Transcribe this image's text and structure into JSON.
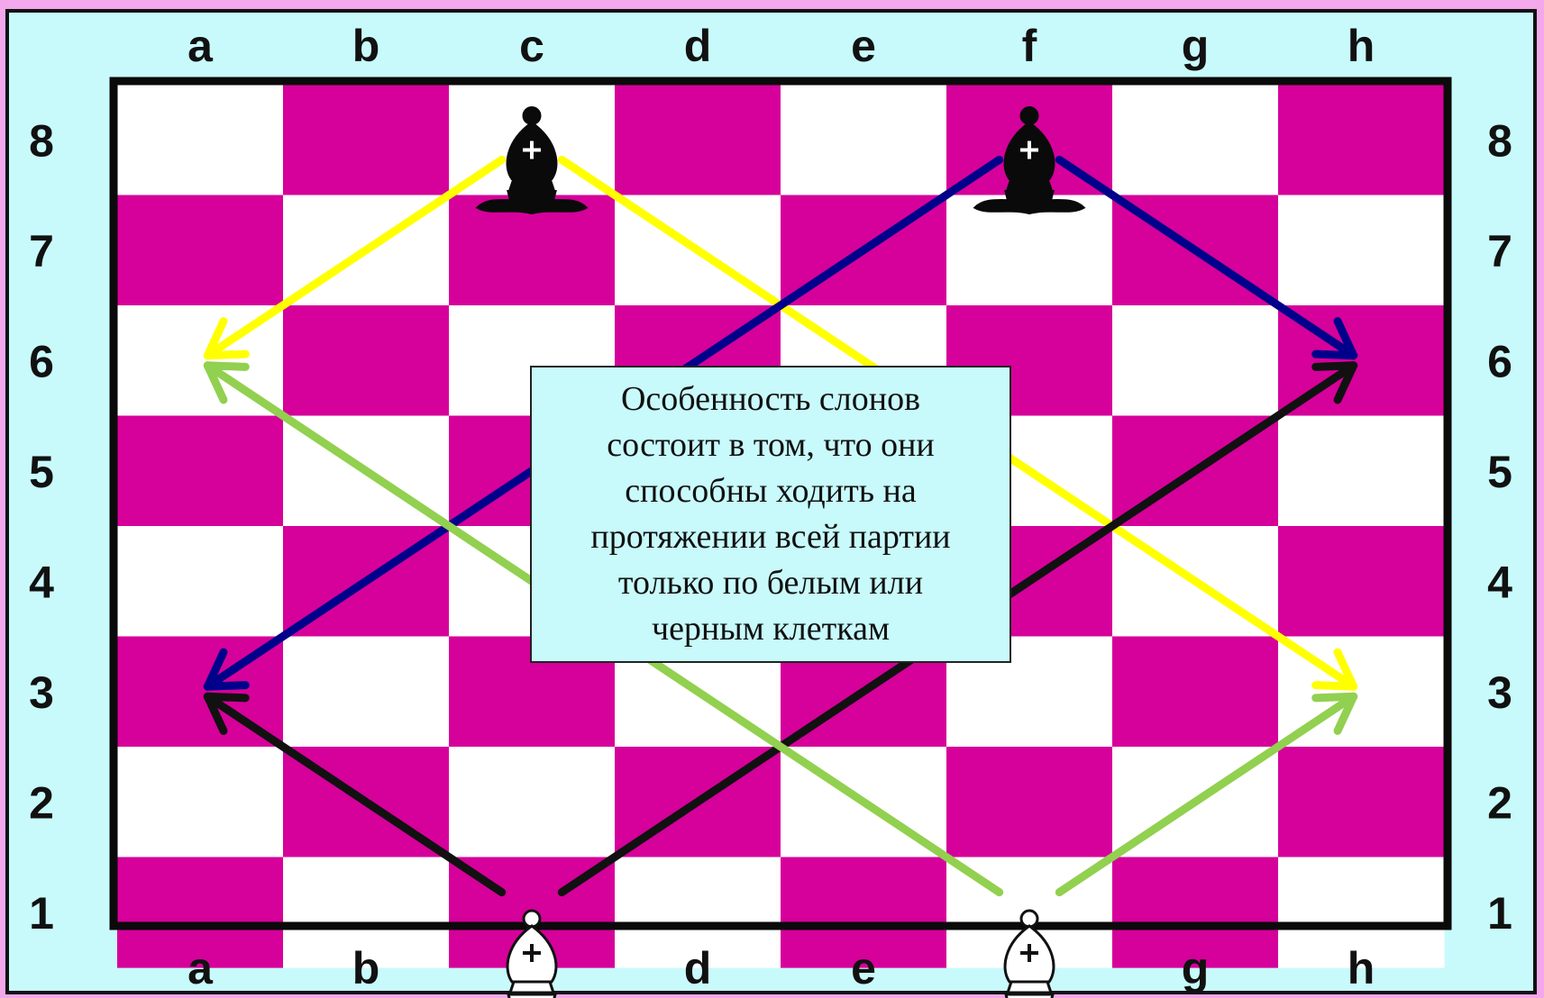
{
  "board": {
    "files": [
      "a",
      "b",
      "c",
      "d",
      "e",
      "f",
      "g",
      "h"
    ],
    "ranks": [
      "8",
      "7",
      "6",
      "5",
      "4",
      "3",
      "2",
      "1"
    ],
    "colors": {
      "dark_square": "#d6009a",
      "light_square": "#ffffff",
      "frame": "#c8fafc",
      "outer": "#f2a8ea"
    }
  },
  "pieces": [
    {
      "name": "black-bishop-c8",
      "color": "black",
      "square": "c8"
    },
    {
      "name": "black-bishop-f8",
      "color": "black",
      "square": "f8"
    },
    {
      "name": "white-bishop-c1",
      "color": "white",
      "square": "c1"
    },
    {
      "name": "white-bishop-f1",
      "color": "white",
      "square": "f1"
    }
  ],
  "arrows": [
    {
      "name": "arrow-c8-a6",
      "from": "c8",
      "to": "a6",
      "color": "#ffff00"
    },
    {
      "name": "arrow-c8-h3",
      "from": "c8",
      "to": "h3",
      "color": "#ffff00"
    },
    {
      "name": "arrow-f8-a3",
      "from": "f8",
      "to": "a3",
      "color": "#00008b"
    },
    {
      "name": "arrow-f8-h6",
      "from": "f8",
      "to": "h6",
      "color": "#00008b"
    },
    {
      "name": "arrow-c1-a3",
      "from": "c1",
      "to": "a3",
      "color": "#111111"
    },
    {
      "name": "arrow-c1-h6",
      "from": "c1",
      "to": "h6",
      "color": "#111111"
    },
    {
      "name": "arrow-f1-a6",
      "from": "f1",
      "to": "a6",
      "color": "#92d050"
    },
    {
      "name": "arrow-f1-h3",
      "from": "f1",
      "to": "h3",
      "color": "#92d050"
    }
  ],
  "callout": {
    "lines": [
      "Особенность слонов",
      "состоит в том, что они",
      "способны ходить на",
      "протяжении всей партии",
      "только по белым или",
      "черным клеткам"
    ]
  }
}
